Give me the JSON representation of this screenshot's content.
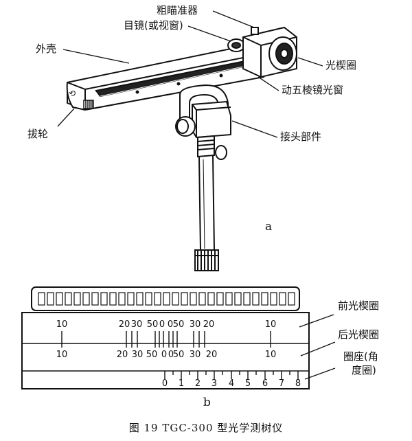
{
  "labels_a": {
    "aiming": "粗瞄准器",
    "eyepiece": "目镜(或视窗)",
    "shell": "外壳",
    "wedge": "光楔圈",
    "prism_window": "动五棱镜光窗",
    "knob": "拔轮",
    "joint": "接头部件"
  },
  "labels_b": {
    "front_wedge": "前光楔圈",
    "rear_wedge": "后光楔圈",
    "ring_seat_1": "圈座(角",
    "ring_seat_2": "度圈)"
  },
  "sub_a": "a",
  "sub_b": "b",
  "caption": "图 19   TGC-300 型光学测树仪",
  "scale": {
    "row1": [
      "10",
      "20",
      "30",
      "50",
      "0",
      "0",
      "50",
      "30",
      "20",
      "10"
    ],
    "row2": [
      "10",
      "20",
      "30",
      "50",
      "0",
      "0",
      "50",
      "30",
      "20",
      "10"
    ],
    "row3": [
      "0",
      "1",
      "2",
      "3",
      "4",
      "5",
      "6",
      "7",
      "8"
    ]
  }
}
